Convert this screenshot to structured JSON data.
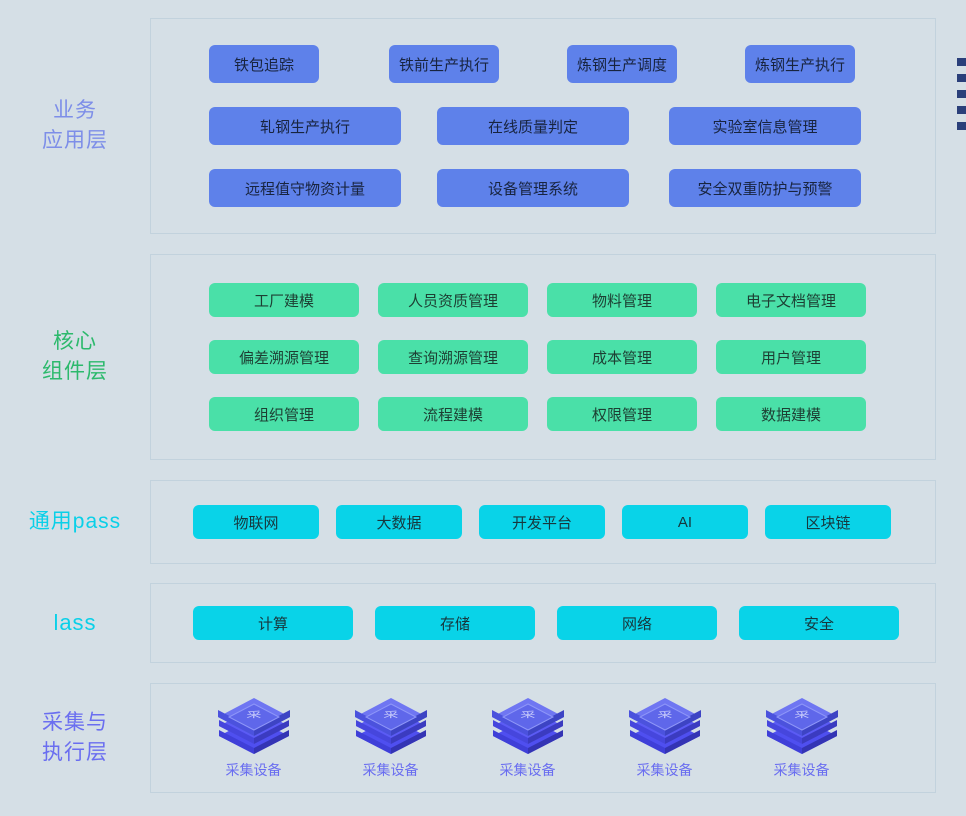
{
  "background_color": "#d5dfe6",
  "palette": {
    "blue_chip": "#5e81ea",
    "green_chip": "#4ae0a8",
    "cyan_chip": "#09d3e8",
    "business_label": "#7d8ee8",
    "core_label": "#2cb96c",
    "pass_label": "#0ad0e8",
    "iaas_label": "#0ad0e8",
    "collect_label": "#6a6ef0",
    "panel_border": "#c2d2dd",
    "edge_marker": "#2a3f7a"
  },
  "layers": {
    "business": {
      "label": "业务\n应用层",
      "rows": [
        [
          "铁包追踪",
          "铁前生产执行",
          "炼钢生产调度",
          "炼钢生产执行"
        ],
        [
          "轧钢生产执行",
          "在线质量判定",
          "实验室信息管理"
        ],
        [
          "远程值守物资计量",
          "设备管理系统",
          "安全双重防护与预警"
        ]
      ]
    },
    "core": {
      "label": "核心\n组件层",
      "rows": [
        [
          "工厂建模",
          "人员资质管理",
          "物料管理",
          "电子文档管理"
        ],
        [
          "偏差溯源管理",
          "查询溯源管理",
          "成本管理",
          "用户管理"
        ],
        [
          "组织管理",
          "流程建模",
          "权限管理",
          "数据建模"
        ]
      ]
    },
    "pass": {
      "label": "通用pass",
      "items": [
        "物联网",
        "大数据",
        "开发平台",
        "AI",
        "区块链"
      ]
    },
    "iaas": {
      "label": "lass",
      "items": [
        "计算",
        "存储",
        "网络",
        "安全"
      ]
    },
    "collect": {
      "label": "采集与\n执行层",
      "devices": [
        {
          "icon": "collection-device-icon",
          "glyph": "采",
          "label": "采集设备"
        },
        {
          "icon": "collection-device-icon",
          "glyph": "采",
          "label": "采集设备"
        },
        {
          "icon": "collection-device-icon",
          "glyph": "采",
          "label": "采集设备"
        },
        {
          "icon": "collection-device-icon",
          "glyph": "采",
          "label": "采集设备"
        },
        {
          "icon": "collection-device-icon",
          "glyph": "采",
          "label": "采集设备"
        }
      ]
    }
  },
  "edge_markers": {
    "count": 5
  }
}
